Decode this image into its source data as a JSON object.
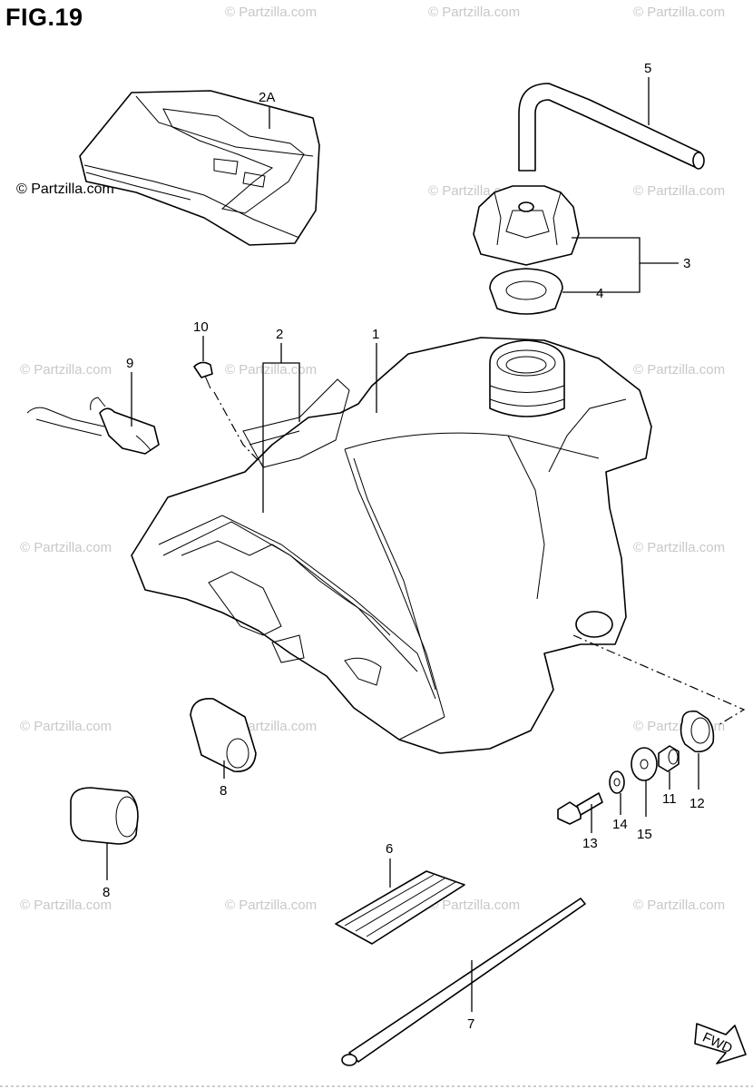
{
  "figure_title": "FIG.19",
  "copyright": "© Partzilla.com",
  "watermark_text": "© Partzilla.com",
  "fwd_label": "FWD",
  "callouts": {
    "c2A": "2A",
    "c5": "5",
    "c3": "3",
    "c4": "4",
    "c10": "10",
    "c2": "2",
    "c1": "1",
    "c9": "9",
    "c8a": "8",
    "c8b": "8",
    "c6": "6",
    "c7": "7",
    "c11": "11",
    "c12": "12",
    "c13": "13",
    "c14": "14",
    "c15": "15"
  },
  "colors": {
    "line": "#000000",
    "watermark": "#c8c8c8",
    "background": "#ffffff"
  }
}
